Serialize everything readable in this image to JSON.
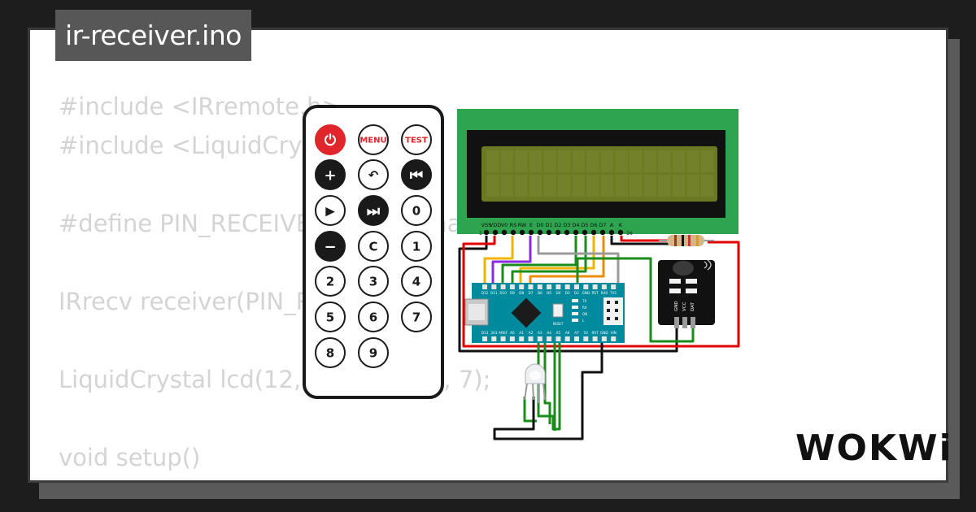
{
  "file_title": "ir-receiver.ino",
  "code_lines": [
    "#include <IRremote.h>",
    "#include <LiquidCrystal.h>",
    "",
    "#define PIN_RECEIVER 2   // Signal Pin of IR receiver",
    "",
    "IRrecv receiver(PIN_RECEIVER);",
    "",
    "LiquidCrystal lcd(12, 11, 10, 9, 8, 7);",
    "",
    "void setup()",
    "{"
  ],
  "remote": {
    "buttons": [
      {
        "id": "power",
        "label": "⏻",
        "style": "red"
      },
      {
        "id": "menu",
        "label": "MENU",
        "style": "red-outline"
      },
      {
        "id": "test",
        "label": "TEST",
        "style": "red-outline"
      },
      {
        "id": "plus",
        "label": "+",
        "style": "dark"
      },
      {
        "id": "back",
        "label": "↶",
        "style": "light"
      },
      {
        "id": "prev",
        "label": "⏮",
        "style": "dark"
      },
      {
        "id": "play",
        "label": "▶",
        "style": "light"
      },
      {
        "id": "next",
        "label": "⏭",
        "style": "dark"
      },
      {
        "id": "0",
        "label": "0",
        "style": "light"
      },
      {
        "id": "minus",
        "label": "−",
        "style": "dark"
      },
      {
        "id": "c",
        "label": "C",
        "style": "light"
      },
      {
        "id": "1",
        "label": "1",
        "style": "light"
      },
      {
        "id": "2",
        "label": "2",
        "style": "light"
      },
      {
        "id": "3",
        "label": "3",
        "style": "light"
      },
      {
        "id": "4",
        "label": "4",
        "style": "light"
      },
      {
        "id": "5",
        "label": "5",
        "style": "light"
      },
      {
        "id": "6",
        "label": "6",
        "style": "light"
      },
      {
        "id": "7",
        "label": "7",
        "style": "light"
      },
      {
        "id": "8",
        "label": "8",
        "style": "light"
      },
      {
        "id": "9",
        "label": "9",
        "style": "light"
      }
    ]
  },
  "lcd": {
    "pins": [
      "VSS",
      "VDD",
      "V0",
      "RS",
      "RW",
      "E",
      "D0",
      "D1",
      "D2",
      "D3",
      "D4",
      "D5",
      "D6",
      "D7",
      "A",
      "K"
    ],
    "pin_first": "1",
    "pin_last": "16",
    "colors": {
      "board": "#2ea44f",
      "screen": "#6b7a22",
      "bezel": "#111111"
    }
  },
  "nano": {
    "top_pins": [
      "D12",
      "D11",
      "D10",
      "D9",
      "D8",
      "D7",
      "D6",
      "D5",
      "D4",
      "D3",
      "D2",
      "GND",
      "RST",
      "RX0",
      "TX1"
    ],
    "bottom_pins": [
      "D13",
      "3V3",
      "AREF",
      "A0",
      "A1",
      "A2",
      "A3",
      "A4",
      "A5",
      "A6",
      "A7",
      "5V",
      "RST",
      "GND",
      "VIN"
    ],
    "reset_label": "RESET",
    "led_labels": [
      "TX",
      "RX",
      "ON",
      "L"
    ],
    "color": "#008a9e"
  },
  "ir_receiver": {
    "pins": [
      "GND",
      "VCC",
      "DAT"
    ]
  },
  "brand": "WOKWi",
  "colors": {
    "wire_red": "#e00000",
    "wire_black": "#111111",
    "wire_green": "#1a8c1a",
    "wire_yellow": "#f0b400",
    "wire_orange": "#f08c00",
    "wire_purple": "#8a2be2",
    "wire_gray": "#9a9a9a"
  }
}
